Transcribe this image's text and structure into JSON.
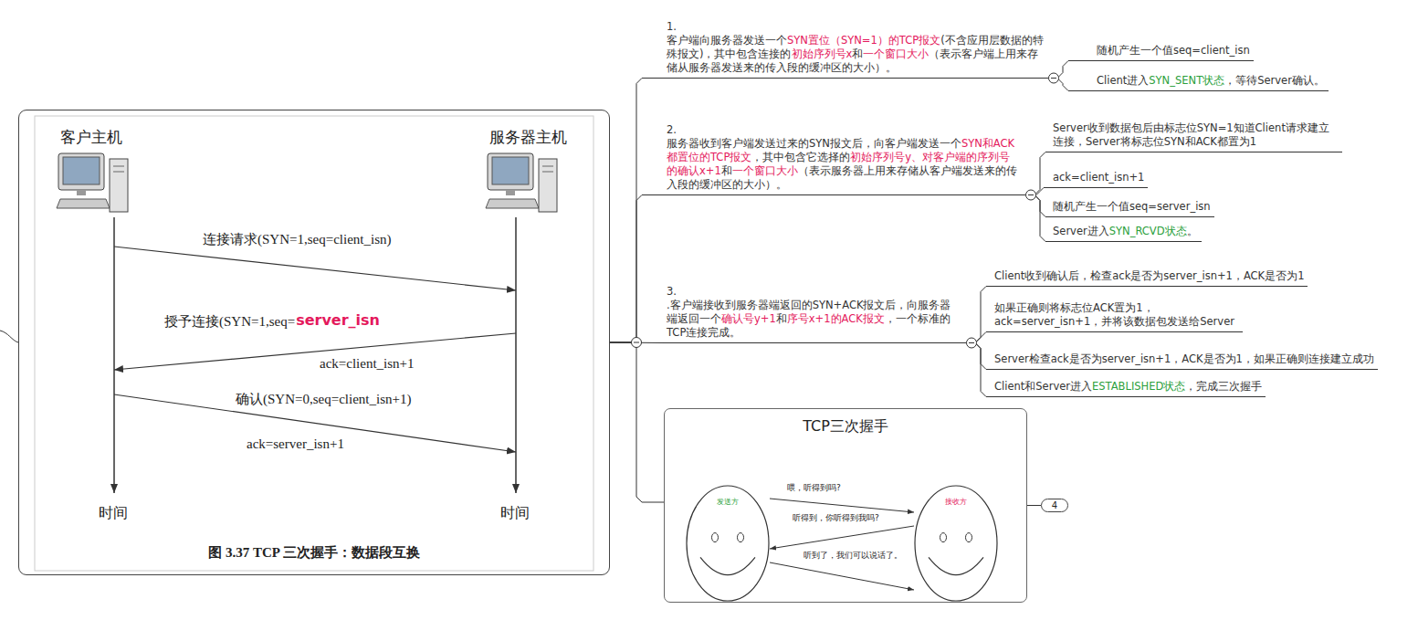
{
  "diagram": {
    "nodes": [
      {
        "text": [
          "图 3.37 TCP 三次握手：数据段互换"
        ]
      },
      {
        "text": [
          "1.",
          "客户端向服务器发送一个",
          "SYN置位（SYN=1）的TCP报文",
          "(不含应用层数据的特殊报文)，其中包含连接的",
          "初始序列号x",
          "和",
          "一个窗口大小",
          "（表示客户端上用来存储从服务器发送来的传入段的缓冲区的大小）。"
        ]
      },
      {
        "text": [
          "随机产生一个值seq=client_isn"
        ]
      },
      {
        "text": [
          "Client进入",
          "SYN_SENT状态",
          "，等待Server确认。"
        ]
      },
      {
        "text": [
          "2.",
          "服务器收到客户端发送过来的SYN报文后，向客户端发送一个",
          "SYN和ACK都置位的TCP报文",
          "，其中包含它选择的",
          "初始序列号y、对客户端的序列号的确认x+1",
          "和",
          "一个窗口大小",
          "（表示服务器上用来存储从客户端发送来的传入段的缓冲区的大小）。"
        ]
      },
      {
        "text": [
          "Server收到数据包后由标志位SYN=1知道Client请求建立连接，Server将标志位SYN和ACK都置为1"
        ]
      },
      {
        "text": [
          "ack=client_isn+1"
        ]
      },
      {
        "text": [
          "随机产生一个值seq=server_isn"
        ]
      },
      {
        "text": [
          "Server进入",
          "SYN_RCVD状态",
          "。"
        ]
      },
      {
        "text": [
          "3.",
          ".客户端接收到服务器端返回的SYN+ACK报文后，向服务器端返回一个",
          "确认号y+1",
          "和",
          "序号x+1的ACK报文",
          "，一个标准的TCP连接完成。"
        ]
      },
      {
        "text": [
          "Client收到确认后，检查ack是否为server_isn+1，ACK是否为1"
        ]
      },
      {
        "text": [
          "如果正确则将标志位ACK置为1，ack=server_isn+1，并将该数据包发送给Server"
        ]
      },
      {
        "text": [
          "Server检查ack是否为server_isn+1，ACK是否为1，如果正确则连接建立成功"
        ]
      },
      {
        "text": [
          "Client和Server进入",
          "ESTABLISHED状态",
          "，完成三次握手"
        ]
      },
      {
        "text": [
          "TCP三次握手"
        ]
      },
      {
        "text": [
          "发送方"
        ],
        "in": 14
      },
      {
        "text": [
          "接收方"
        ],
        "in": 14
      },
      {
        "text": [
          "4"
        ]
      }
    ],
    "edges": [
      {
        "from": 0,
        "to": 1,
        "arrow": "none"
      },
      {
        "from": 0,
        "to": 4,
        "arrow": "none"
      },
      {
        "from": 0,
        "to": 9,
        "arrow": "none"
      },
      {
        "from": 0,
        "to": 14,
        "arrow": "none"
      },
      {
        "from": 1,
        "to": 2,
        "arrow": "none"
      },
      {
        "from": 1,
        "to": 3,
        "arrow": "none"
      },
      {
        "from": 4,
        "to": 5,
        "arrow": "none"
      },
      {
        "from": 4,
        "to": 6,
        "arrow": "none"
      },
      {
        "from": 4,
        "to": 7,
        "arrow": "none"
      },
      {
        "from": 4,
        "to": 8,
        "arrow": "none"
      },
      {
        "from": 9,
        "to": 10,
        "arrow": "none"
      },
      {
        "from": 9,
        "to": 11,
        "arrow": "none"
      },
      {
        "from": 9,
        "to": 12,
        "arrow": "none"
      },
      {
        "from": 9,
        "to": 13,
        "arrow": "none"
      },
      {
        "from": 14,
        "to": 17,
        "arrow": "none"
      },
      {
        "from": 15,
        "to": 16,
        "label": "喂，听得到吗?",
        "arrow": "to"
      },
      {
        "from": 16,
        "to": 15,
        "label": "听得到，你听得到我吗?",
        "arrow": "to"
      },
      {
        "from": 15,
        "to": 16,
        "label": "听到了，我们可以说话了。",
        "arrow": "to"
      }
    ],
    "labels": [
      "客户主机",
      "服务器主机",
      "连接请求(SYN=1,seq=client_isn)",
      "授予连接(SYN=1,seq=",
      "server_isn",
      "ack=client_isn+1",
      "确认(SYN=0,seq=client_isn+1)",
      "ack=server_isn+1",
      "时间",
      "时间"
    ]
  }
}
